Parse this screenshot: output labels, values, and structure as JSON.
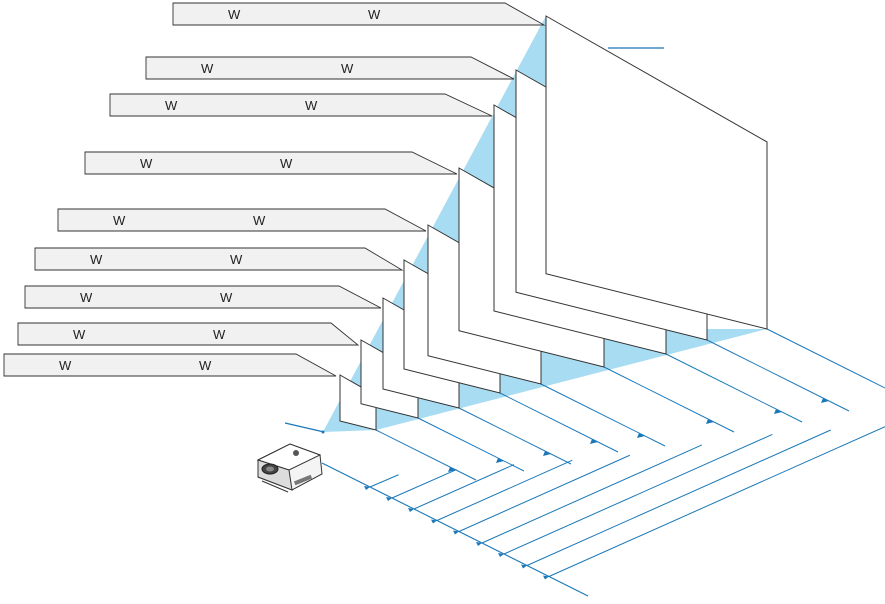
{
  "colors": {
    "beam": "#a8dcf2",
    "dimension_line": "#1a78b8",
    "outline": "#333333",
    "label_fill": "#f1f1f1",
    "screen_fill": "#ffffff"
  },
  "icons": {
    "projector": "projector-icon"
  },
  "screen_sizes": [
    {
      "labels": [
        "W",
        "W"
      ]
    },
    {
      "labels": [
        "W",
        "W"
      ]
    },
    {
      "labels": [
        "W",
        "W"
      ]
    },
    {
      "labels": [
        "W",
        "W"
      ]
    },
    {
      "labels": [
        "W",
        "W"
      ]
    },
    {
      "labels": [
        "W",
        "W"
      ]
    },
    {
      "labels": [
        "W",
        "W"
      ]
    },
    {
      "labels": [
        "W",
        "W"
      ]
    },
    {
      "labels": [
        "W",
        "W"
      ]
    }
  ]
}
